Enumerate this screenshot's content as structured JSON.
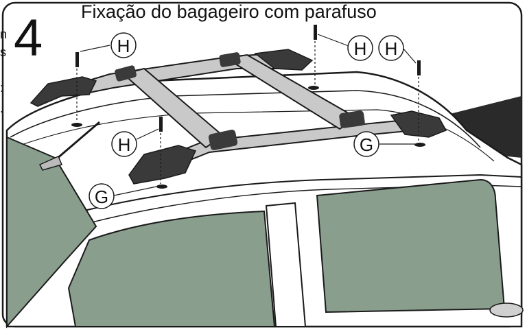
{
  "title": "Fixação do bagageiro com parafuso",
  "step_number": "4",
  "edge_fragments": [
    "n",
    "s",
    ":",
    "."
  ],
  "callouts": [
    {
      "id": "H1",
      "label": "H"
    },
    {
      "id": "H2",
      "label": "H"
    },
    {
      "id": "H3",
      "label": "H"
    },
    {
      "id": "H4",
      "label": "H"
    },
    {
      "id": "G1",
      "label": "G"
    },
    {
      "id": "G2",
      "label": "G"
    }
  ],
  "colors": {
    "glass": "#8a9e8e",
    "body_fill": "#ffffff",
    "outline": "#1a1a1a",
    "bar_fill": "#c9c9c9",
    "foot_fill": "#3a3a3a",
    "dark_panel": "#2a2a2a"
  }
}
